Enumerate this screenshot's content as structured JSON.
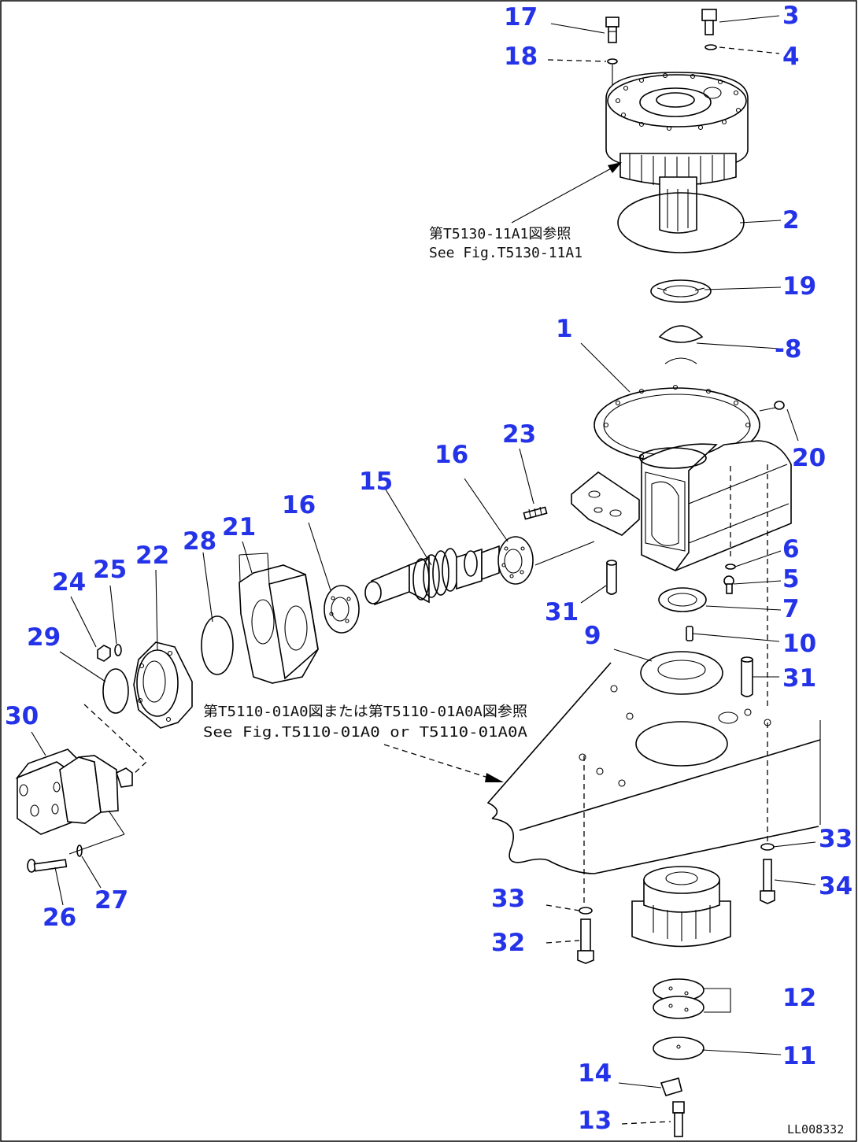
{
  "drawing": {
    "border_color": "#000000",
    "label_color": "#2433e8",
    "part_numbers": {
      "p1": "1",
      "p2": "2",
      "p3": "3",
      "p4": "4",
      "p5": "5",
      "p6": "6",
      "p7": "7",
      "p8": "-8",
      "p9": "9",
      "p10": "10",
      "p11": "11",
      "p12": "12",
      "p13": "13",
      "p14": "14",
      "p15": "15",
      "p16a": "16",
      "p16b": "16",
      "p17": "17",
      "p18": "18",
      "p19": "19",
      "p20": "20",
      "p21": "21",
      "p22": "22",
      "p23": "23",
      "p24": "24",
      "p25": "25",
      "p26": "26",
      "p27": "27",
      "p28": "28",
      "p29": "29",
      "p30": "30",
      "p31a": "31",
      "p31b": "31",
      "p32": "32",
      "p33a": "33",
      "p33b": "33",
      "p34": "34"
    },
    "notes": {
      "ref_top_jp": "第T5130-11A1図参照",
      "ref_top_en": "See Fig.T5130-11A1",
      "ref_mid_jp": "第T5110-01A0図または第T5110-01A0A図参照",
      "ref_mid_en": "See Fig.T5110-01A0 or T5110-01A0A"
    },
    "drawing_code": "LL008332"
  }
}
